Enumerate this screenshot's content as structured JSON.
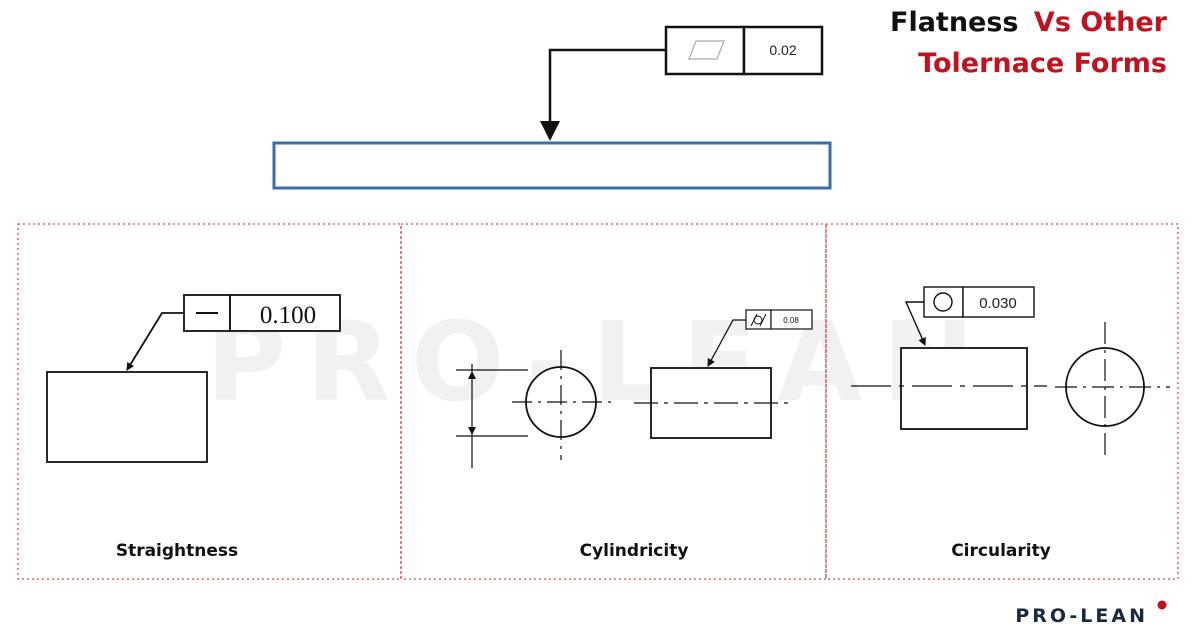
{
  "title": {
    "line1_part1": "Flatness",
    "line1_part2": "Vs Other",
    "line2": "Tolernace Forms"
  },
  "colors": {
    "title_dark": "#111111",
    "title_accent": "#c1121f",
    "bar_outline": "#3b6ea5",
    "panel_border": "#d04a4a",
    "logo_dot": "#c1121f"
  },
  "flatness": {
    "symbol_icon": "parallelogram-icon",
    "value": "0.02"
  },
  "panels": [
    {
      "label": "Straightness",
      "symbol_icon": "straight-line-icon",
      "value": "0.100"
    },
    {
      "label": "Cylindricity",
      "symbol_icon": "cylinder-icon",
      "value": "0.08"
    },
    {
      "label": "Circularity",
      "symbol_icon": "circle-icon",
      "value": "0.030"
    }
  ],
  "logo": {
    "text": "PRO-LEAN"
  }
}
